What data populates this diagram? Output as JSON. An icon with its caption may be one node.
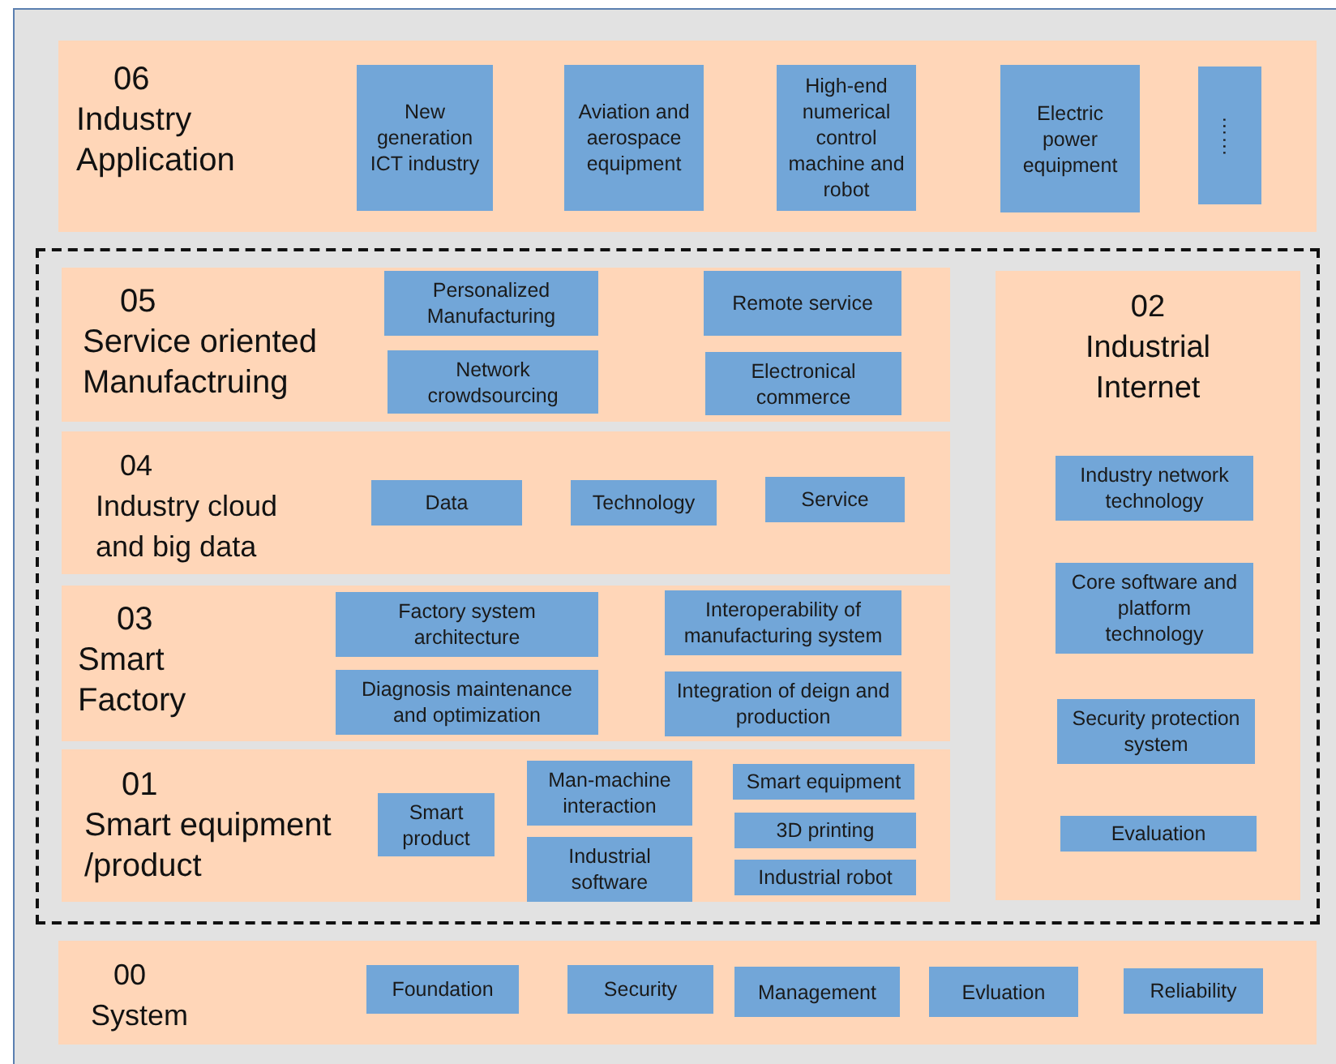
{
  "diagram": {
    "nodes": [
      {
        "text": [
          "06",
          "Industry Application"
        ]
      },
      {
        "text": [
          "New generation ICT industry"
        ],
        "in": 0
      },
      {
        "text": [
          "Aviation and aerospace equipment"
        ],
        "in": 0
      },
      {
        "text": [
          "High-end numerical control machine and robot"
        ],
        "in": 0
      },
      {
        "text": [
          "Electric power equipment"
        ],
        "in": 0
      },
      {
        "text": [
          "……"
        ],
        "in": 0
      },
      {
        "text": [],
        "shape": "box"
      },
      {
        "text": [
          "05",
          "Service oriented Manufactruing"
        ],
        "in": 6
      },
      {
        "text": [
          "Personalized Manufacturing"
        ],
        "in": 7
      },
      {
        "text": [
          "Remote service"
        ],
        "in": 7
      },
      {
        "text": [
          "Network crowdsourcing"
        ],
        "in": 7
      },
      {
        "text": [
          "Electronical commerce"
        ],
        "in": 7
      },
      {
        "text": [
          "04",
          "Industry cloud and big data"
        ],
        "in": 6
      },
      {
        "text": [
          "Data"
        ],
        "in": 12
      },
      {
        "text": [
          "Technology"
        ],
        "in": 12
      },
      {
        "text": [
          "Service"
        ],
        "in": 12
      },
      {
        "text": [
          "03",
          "Smart Factory"
        ],
        "in": 6
      },
      {
        "text": [
          "Factory system architecture"
        ],
        "in": 16
      },
      {
        "text": [
          "Interoperability of manufacturing system"
        ],
        "in": 16
      },
      {
        "text": [
          "Diagnosis maintenance and optimization"
        ],
        "in": 16
      },
      {
        "text": [
          "Integration of deign and production"
        ],
        "in": 16
      },
      {
        "text": [
          "01",
          "Smart equipment /product"
        ],
        "in": 6
      },
      {
        "text": [
          "Smart product"
        ],
        "in": 21
      },
      {
        "text": [
          "Man-machine interaction"
        ],
        "in": 21
      },
      {
        "text": [
          "Smart equipment"
        ],
        "in": 21
      },
      {
        "text": [
          "3D printing"
        ],
        "in": 21
      },
      {
        "text": [
          "Industrial software"
        ],
        "in": 21
      },
      {
        "text": [
          "Industrial robot"
        ],
        "in": 21
      },
      {
        "text": [
          "02",
          "Industrial Internet"
        ],
        "in": 6
      },
      {
        "text": [
          "Industry network technology"
        ],
        "in": 28
      },
      {
        "text": [
          "Core software and platform technology"
        ],
        "in": 28
      },
      {
        "text": [
          "Security protection system"
        ],
        "in": 28
      },
      {
        "text": [
          "Evaluation"
        ],
        "in": 28
      },
      {
        "text": [
          "00",
          "System"
        ]
      },
      {
        "text": [
          "Foundation"
        ],
        "in": 33
      },
      {
        "text": [
          "Security"
        ],
        "in": 33
      },
      {
        "text": [
          "Management"
        ],
        "in": 33
      },
      {
        "text": [
          "Evluation"
        ],
        "in": 33
      },
      {
        "text": [
          "Reliability"
        ],
        "in": 33
      }
    ]
  }
}
